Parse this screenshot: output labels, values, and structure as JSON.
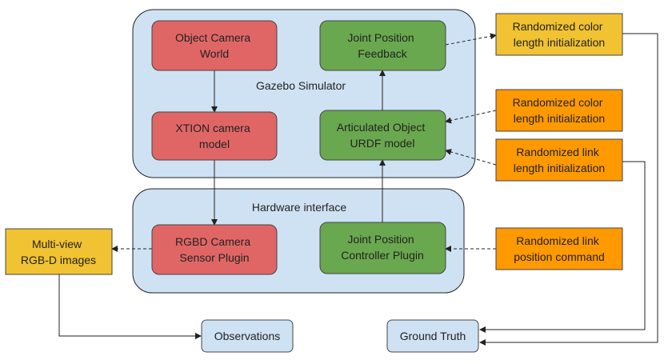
{
  "groups": {
    "gazebo": {
      "label": "Gazebo Simulator"
    },
    "hardware": {
      "label": "Hardware interface"
    }
  },
  "nodes": {
    "object_camera_world": {
      "lines": [
        "Object Camera",
        "World"
      ]
    },
    "joint_position_feedback": {
      "lines": [
        "Joint Position",
        "Feedback"
      ]
    },
    "xtion_camera_model": {
      "lines": [
        "XTION camera",
        "model"
      ]
    },
    "articulated_object_urdf": {
      "lines": [
        "Articulated Object",
        "URDF model"
      ]
    },
    "rgbd_camera_sensor_plugin": {
      "lines": [
        "RGBD Camera",
        "Sensor Plugin"
      ]
    },
    "joint_position_controller_plugin": {
      "lines": [
        "Joint Position",
        "Controller Plugin"
      ]
    },
    "multiview_rgbd_images": {
      "lines": [
        "Multi-view",
        "RGB-D images"
      ]
    },
    "observations": {
      "lines": [
        "Observations"
      ]
    },
    "ground_truth": {
      "lines": [
        "Ground Truth"
      ]
    },
    "rand_color_feedback": {
      "lines": [
        "Randomized color",
        "length initialization"
      ]
    },
    "rand_color_urdf": {
      "lines": [
        "Randomized color",
        "length initialization"
      ]
    },
    "rand_link_length": {
      "lines": [
        "Randomized link",
        "length initialization"
      ]
    },
    "rand_link_position": {
      "lines": [
        "Randomized link",
        "position command"
      ]
    }
  },
  "colors": {
    "red_fill": "#e06666",
    "green_fill": "#6aa84f",
    "blue_fill": "#cfe2f3",
    "yellow_fill": "#f1c232",
    "orange_fill": "#ff9900",
    "stroke": "#444444"
  }
}
